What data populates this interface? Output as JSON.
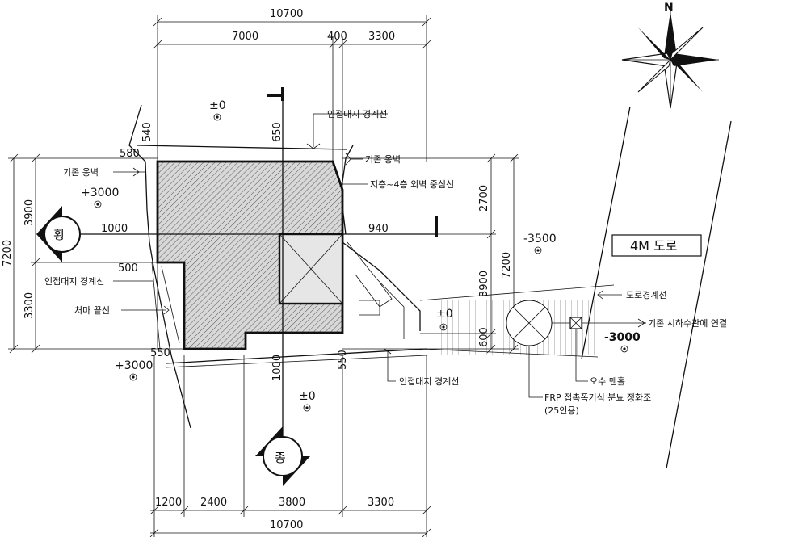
{
  "north": {
    "label": "N"
  },
  "dims": {
    "top_total": "10700",
    "top_a": "7000",
    "top_b": "400",
    "top_c": "3300",
    "bottom_a": "1200",
    "bottom_b": "2400",
    "bottom_c": "3800",
    "bottom_d": "3300",
    "bottom_total": "10700",
    "left_total": "7200",
    "left_upper": "3900",
    "left_lower": "3300",
    "right_upper": "2700",
    "right_total": "7200",
    "right_lower": "3900",
    "right_small": "600",
    "d540": "540",
    "d580": "580",
    "d650": "650",
    "d1000_left": "1000",
    "d940": "940",
    "d500": "500",
    "d550_left": "550",
    "d1000_bottom": "1000",
    "d550_bottom": "550"
  },
  "levels": {
    "top": "±0",
    "left_upper": "+3000",
    "right": "-3500",
    "middle": "±0",
    "road": "-3000",
    "left_lower": "+3000",
    "bottom": "±0"
  },
  "labels": {
    "adjacent_boundary_top": "인접대지 경계선",
    "existing_wall_right": "기존 옹벽",
    "existing_wall_left": "기존 옹벽",
    "outer_wall_center": "지층~4층 외벽 중심선",
    "adjacent_boundary_left": "인접대지 경계선",
    "eave_line": "처마 끝선",
    "adjacent_boundary_bottom": "인접대지 경계선",
    "road": "4M 도로",
    "road_boundary": "도로경계선",
    "sewer_connect": "기존 시하수관에 연결",
    "sewage_manhole": "오수 맨홀",
    "septic_tank_1": "FRP 접촉폭기식 분뇨 정화조",
    "septic_tank_2": "(25인용)"
  },
  "section_marks": {
    "horizontal": "횡",
    "vertical": "종"
  }
}
